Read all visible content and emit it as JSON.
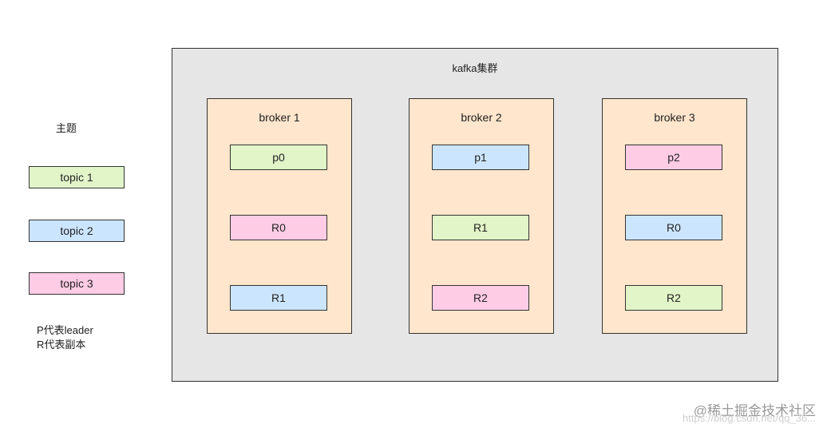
{
  "colors": {
    "topic1": "#e1f5c8",
    "topic2": "#cce5ff",
    "topic3": "#ffcce6",
    "broker": "#ffe6cc",
    "cluster": "#e6e6e6"
  },
  "legend": {
    "title": "主题",
    "topics": [
      {
        "label": "topic 1",
        "color": "#e1f5c8"
      },
      {
        "label": "topic 2",
        "color": "#cce5ff"
      },
      {
        "label": "topic 3",
        "color": "#ffcce6"
      }
    ],
    "note_line1": "P代表leader",
    "note_line2": "R代表副本"
  },
  "cluster": {
    "title": "kafka集群",
    "brokers": [
      {
        "title": "broker 1",
        "partitions": [
          {
            "label": "p0",
            "color": "#e1f5c8"
          },
          {
            "label": "R0",
            "color": "#ffcce6"
          },
          {
            "label": "R1",
            "color": "#cce5ff"
          }
        ]
      },
      {
        "title": "broker 2",
        "partitions": [
          {
            "label": "p1",
            "color": "#cce5ff"
          },
          {
            "label": "R1",
            "color": "#e1f5c8"
          },
          {
            "label": "R2",
            "color": "#ffcce6"
          }
        ]
      },
      {
        "title": "broker 3",
        "partitions": [
          {
            "label": "p2",
            "color": "#ffcce6"
          },
          {
            "label": "R0",
            "color": "#cce5ff"
          },
          {
            "label": "R2",
            "color": "#e1f5c8"
          }
        ]
      }
    ]
  },
  "watermark": {
    "text": "@稀土掘金技术社区",
    "url": "https://blog.csdn.net/qq_36..."
  }
}
